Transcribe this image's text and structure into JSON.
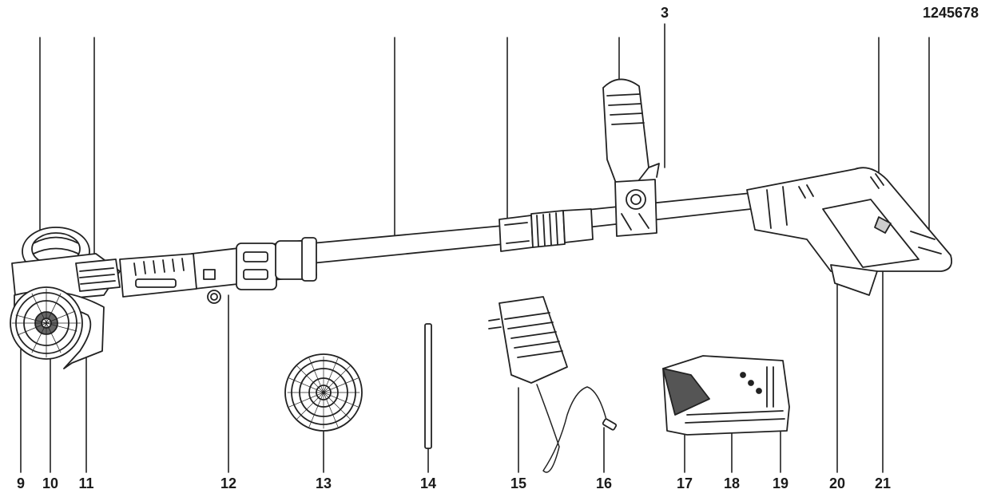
{
  "labels": {
    "top_3": "3",
    "top_1245678": "1245678",
    "b9": "9",
    "b10": "10",
    "b11": "11",
    "b12": "12",
    "b13": "13",
    "b14": "14",
    "b15": "15",
    "b16": "16",
    "b17": "17",
    "b18": "18",
    "b19": "19",
    "b20": "20",
    "b21": "21"
  }
}
